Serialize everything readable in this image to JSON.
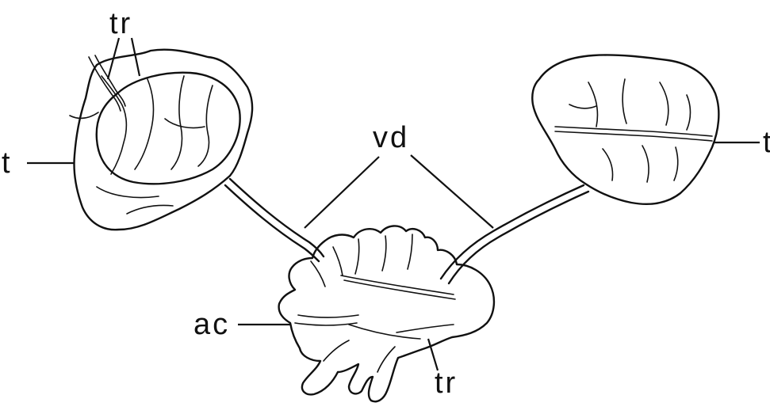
{
  "labels": {
    "trachea_top": "tr",
    "testis_left": "t",
    "testis_right": "t",
    "vas_deferens": "vd",
    "accessory_gland": "ac",
    "trachea_bottom": "tr"
  },
  "colors": {
    "ink": "#111111",
    "background": "#ffffff"
  }
}
